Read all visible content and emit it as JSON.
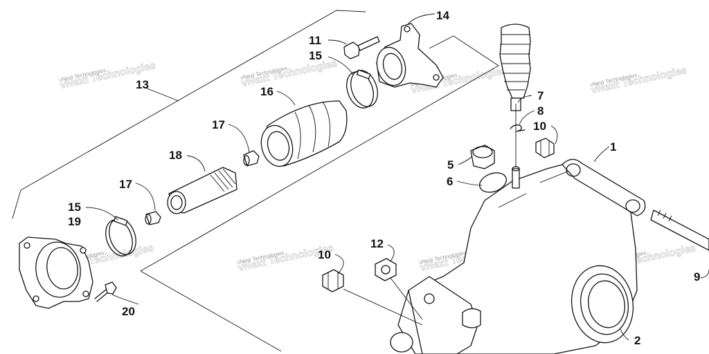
{
  "diagram": {
    "callouts": [
      {
        "id": "c1",
        "label": "1"
      },
      {
        "id": "c2",
        "label": "2"
      },
      {
        "id": "c5",
        "label": "5"
      },
      {
        "id": "c6",
        "label": "6"
      },
      {
        "id": "c7",
        "label": "7"
      },
      {
        "id": "c8",
        "label": "8"
      },
      {
        "id": "c9",
        "label": "9"
      },
      {
        "id": "c10a",
        "label": "10"
      },
      {
        "id": "c10b",
        "label": "10"
      },
      {
        "id": "c11",
        "label": "11"
      },
      {
        "id": "c12",
        "label": "12"
      },
      {
        "id": "c13",
        "label": "13"
      },
      {
        "id": "c14",
        "label": "14"
      },
      {
        "id": "c15a",
        "label": "15"
      },
      {
        "id": "c15b",
        "label": "15"
      },
      {
        "id": "c16",
        "label": "16"
      },
      {
        "id": "c17a",
        "label": "17"
      },
      {
        "id": "c17b",
        "label": "17"
      },
      {
        "id": "c18",
        "label": "18"
      },
      {
        "id": "c19",
        "label": "19"
      },
      {
        "id": "c20",
        "label": "20"
      }
    ],
    "watermark": "vNext Technologies"
  }
}
